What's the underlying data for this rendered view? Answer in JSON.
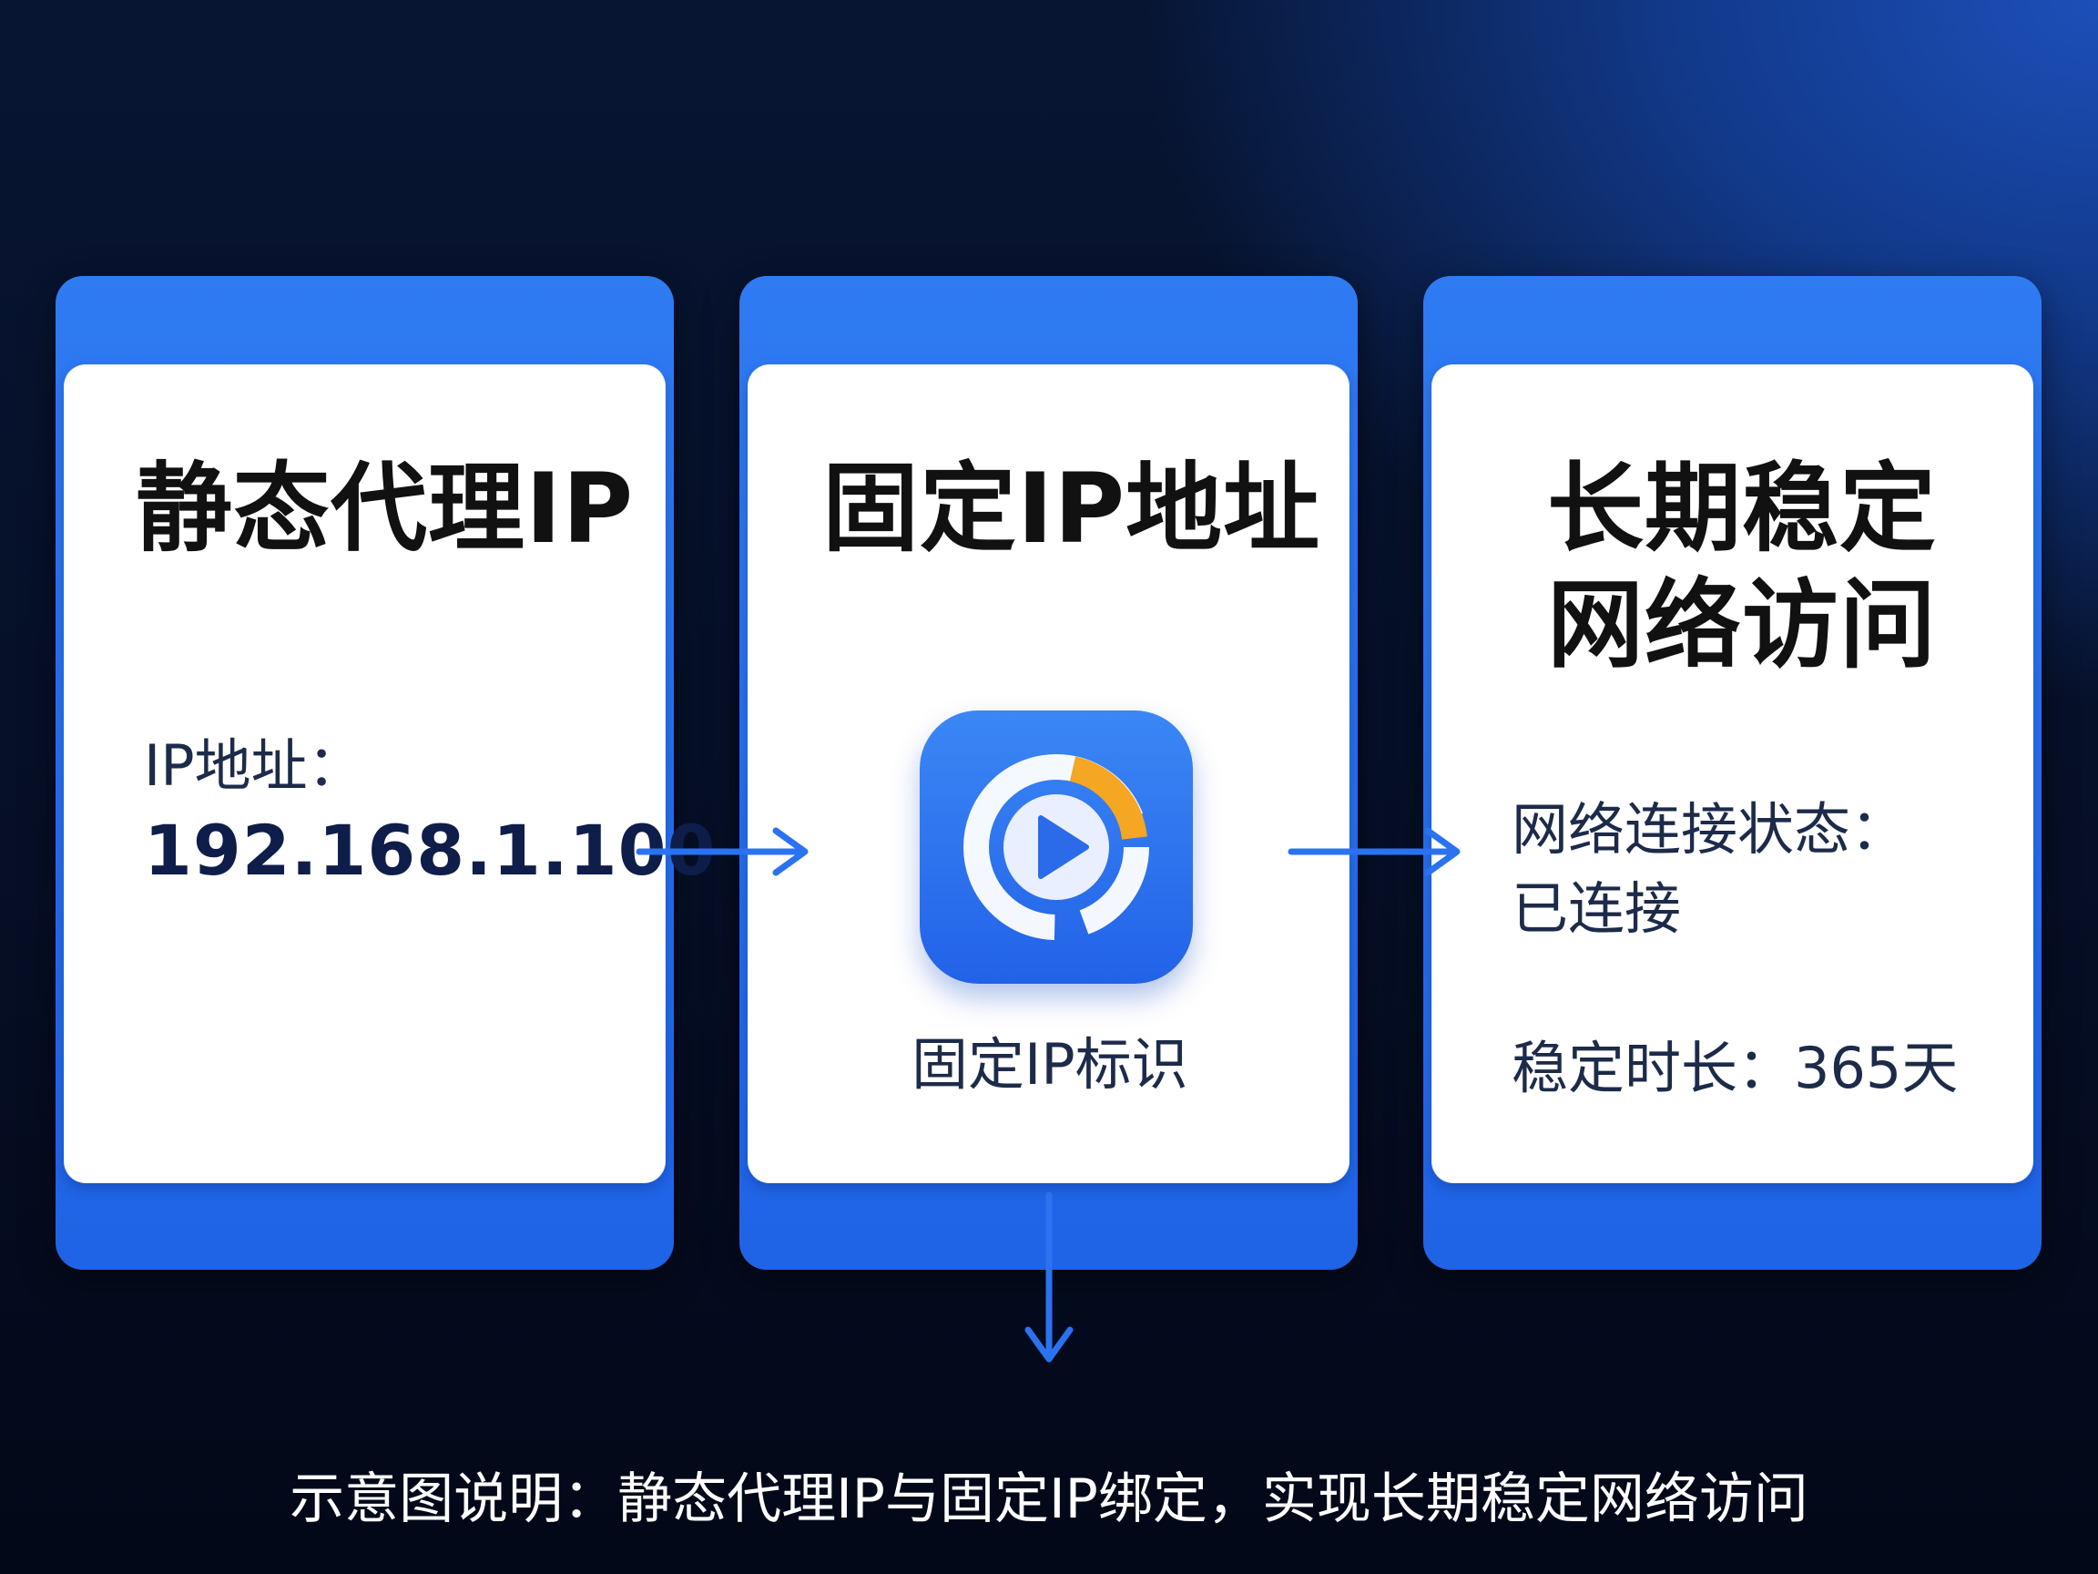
{
  "cards": [
    {
      "title": "静态代理IP",
      "label": "IP地址：",
      "value": "192.168.1.100"
    },
    {
      "title": "固定IP地址",
      "icon": "fixed-ip-app-icon",
      "icon_label": "固定IP标识"
    },
    {
      "title_line1": "长期稳定",
      "title_line2": "网络访问",
      "status_label": "网络连接状态：",
      "status_value": "已连接",
      "duration": "稳定时长：365天"
    }
  ],
  "caption": "示意图说明：静态代理IP与固定IP绑定，实现长期稳定网络访问",
  "colors": {
    "card_blue": "#2468ec",
    "arrow_blue": "#2b72f0",
    "icon_orange": "#f5a623",
    "text_dark": "#111111"
  }
}
